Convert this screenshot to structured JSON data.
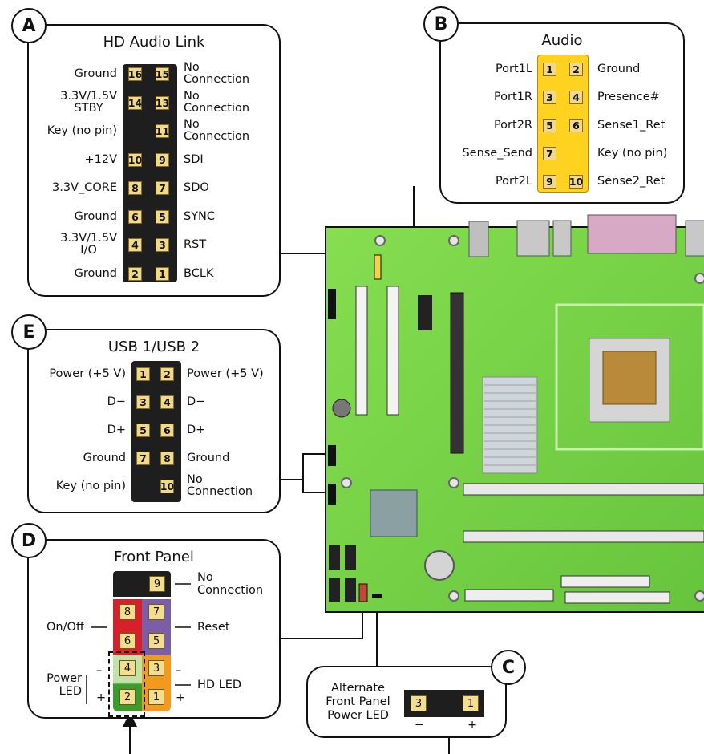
{
  "hd_audio": {
    "badge": "A",
    "title": "HD Audio Link",
    "rows": [
      {
        "left": "Ground",
        "a": "16",
        "b": "15",
        "right": "No\nConnection"
      },
      {
        "left": "3.3V/1.5V\nSTBY",
        "a": "14",
        "b": "13",
        "right": "No\nConnection"
      },
      {
        "left": "Key (no pin)",
        "a": "",
        "b": "11",
        "right": "No\nConnection"
      },
      {
        "left": "+12V",
        "a": "10",
        "b": "9",
        "right": "SDI"
      },
      {
        "left": "3.3V_CORE",
        "a": "8",
        "b": "7",
        "right": "SDO"
      },
      {
        "left": "Ground",
        "a": "6",
        "b": "5",
        "right": "SYNC"
      },
      {
        "left": "3.3V/1.5V\nI/O",
        "a": "4",
        "b": "3",
        "right": "RST"
      },
      {
        "left": "Ground",
        "a": "2",
        "b": "1",
        "right": "BCLK"
      }
    ]
  },
  "audio": {
    "badge": "B",
    "title": "Audio",
    "rows": [
      {
        "left": "Port1L",
        "a": "1",
        "b": "2",
        "right": "Ground"
      },
      {
        "left": "Port1R",
        "a": "3",
        "b": "4",
        "right": "Presence#"
      },
      {
        "left": "Port2R",
        "a": "5",
        "b": "6",
        "right": "Sense1_Ret"
      },
      {
        "left": "Sense_Send",
        "a": "7",
        "b": "",
        "right": "Key (no pin)"
      },
      {
        "left": "Port2L",
        "a": "9",
        "b": "10",
        "right": "Sense2_Ret"
      }
    ]
  },
  "usb": {
    "badge": "E",
    "title": "USB 1/USB 2",
    "rows": [
      {
        "left": "Power (+5 V)",
        "a": "1",
        "b": "2",
        "right": "Power (+5 V)"
      },
      {
        "left": "D−",
        "a": "3",
        "b": "4",
        "right": "D−"
      },
      {
        "left": "D+",
        "a": "5",
        "b": "6",
        "right": "D+"
      },
      {
        "left": "Ground",
        "a": "7",
        "b": "8",
        "right": "Ground"
      },
      {
        "left": "Key (no pin)",
        "a": "",
        "b": "10",
        "right": "No\nConnection"
      }
    ]
  },
  "front_panel": {
    "badge": "D",
    "title": "Front Panel",
    "pins": {
      "p9": "9",
      "p8": "8",
      "p7": "7",
      "p6": "6",
      "p5": "5",
      "p4": "4",
      "p3": "3",
      "p2": "2",
      "p1": "1"
    },
    "no_connection": "No\nConnection",
    "on_off": "On/Off",
    "reset": "Reset",
    "power_led": "Power\nLED",
    "hd_led": "HD LED",
    "minus": "–",
    "plus": "+",
    "colors": {
      "black": "#1e1e1e",
      "red": "#d9202a",
      "purple": "#7a5fa8",
      "green": "#3c9b2f",
      "orange": "#f39a1c"
    }
  },
  "alt_led": {
    "badge": "C",
    "label": "Alternate\nFront Panel\nPower LED",
    "pin_left": "3",
    "pin_right": "1",
    "minus": "−",
    "plus": "+"
  },
  "colors": {
    "board_green": "#7dd84a",
    "pin_fill": "#f1d98a",
    "connector_black": "#1e1e1e",
    "audio_yellow": "#ffd21f"
  }
}
